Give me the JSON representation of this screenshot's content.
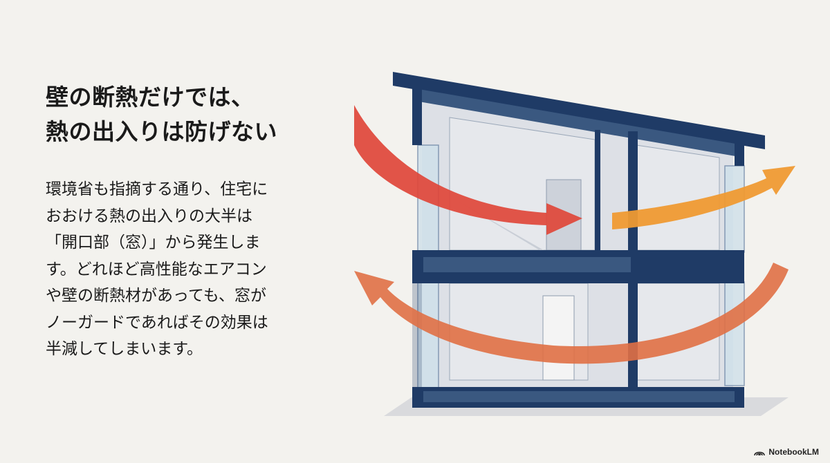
{
  "slide": {
    "title_lines": [
      "壁の断熱だけでは、",
      "熱の出入りは防げない"
    ],
    "body_lines": [
      "環境省も指摘する通り、住宅に",
      "おおける熱の出入りの大半は",
      "「開口部（窓）」から発生しま",
      "す。どれほど高性能なエアコン",
      "や壁の断熱材があっても、窓が",
      "ノーガードであればその効果は",
      "半減してしまいます。"
    ]
  },
  "illustration": {
    "arrow_in_color": "#e0473a",
    "arrow_out_color": "#ef9a33",
    "arrow_lower_color": "#e07045",
    "frame_color": "#1f3b66",
    "glass_color": "#cfe0ea"
  },
  "brand": {
    "name": "NotebookLM"
  }
}
